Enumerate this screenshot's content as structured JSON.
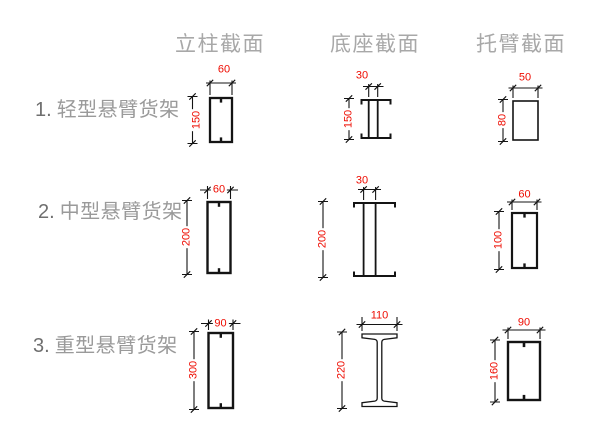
{
  "colors": {
    "dimension_red": "#ee0b00",
    "line_black": "#141414",
    "header_gray": "#a8a8a8",
    "label_gray": "#9a9a9a"
  },
  "column_headers": [
    {
      "label": "立柱截面"
    },
    {
      "label": "底座截面"
    },
    {
      "label": "托臂截面"
    }
  ],
  "rows": [
    {
      "index": "1.",
      "name": "轻型悬臂货架",
      "column": {
        "width": "60",
        "height": "150",
        "shape": "lipped-box-tube"
      },
      "base": {
        "width": "30",
        "height": "150",
        "shape": "double-channel-beam"
      },
      "arm": {
        "width": "50",
        "height": "80",
        "shape": "rectangular-tube"
      }
    },
    {
      "index": "2.",
      "name": "中型悬臂货架",
      "column": {
        "width": "60",
        "height": "200",
        "shape": "lipped-box-tube"
      },
      "base": {
        "width": "30",
        "height": "200",
        "shape": "double-channel-beam"
      },
      "arm": {
        "width": "60",
        "height": "100",
        "shape": "lipped-box-tube"
      }
    },
    {
      "index": "3.",
      "name": "重型悬臂货架",
      "column": {
        "width": "90",
        "height": "300",
        "shape": "lipped-box-tube"
      },
      "base": {
        "width": "110",
        "height": "220",
        "shape": "i-beam"
      },
      "arm": {
        "width": "90",
        "height": "160",
        "shape": "lipped-box-tube"
      }
    }
  ]
}
